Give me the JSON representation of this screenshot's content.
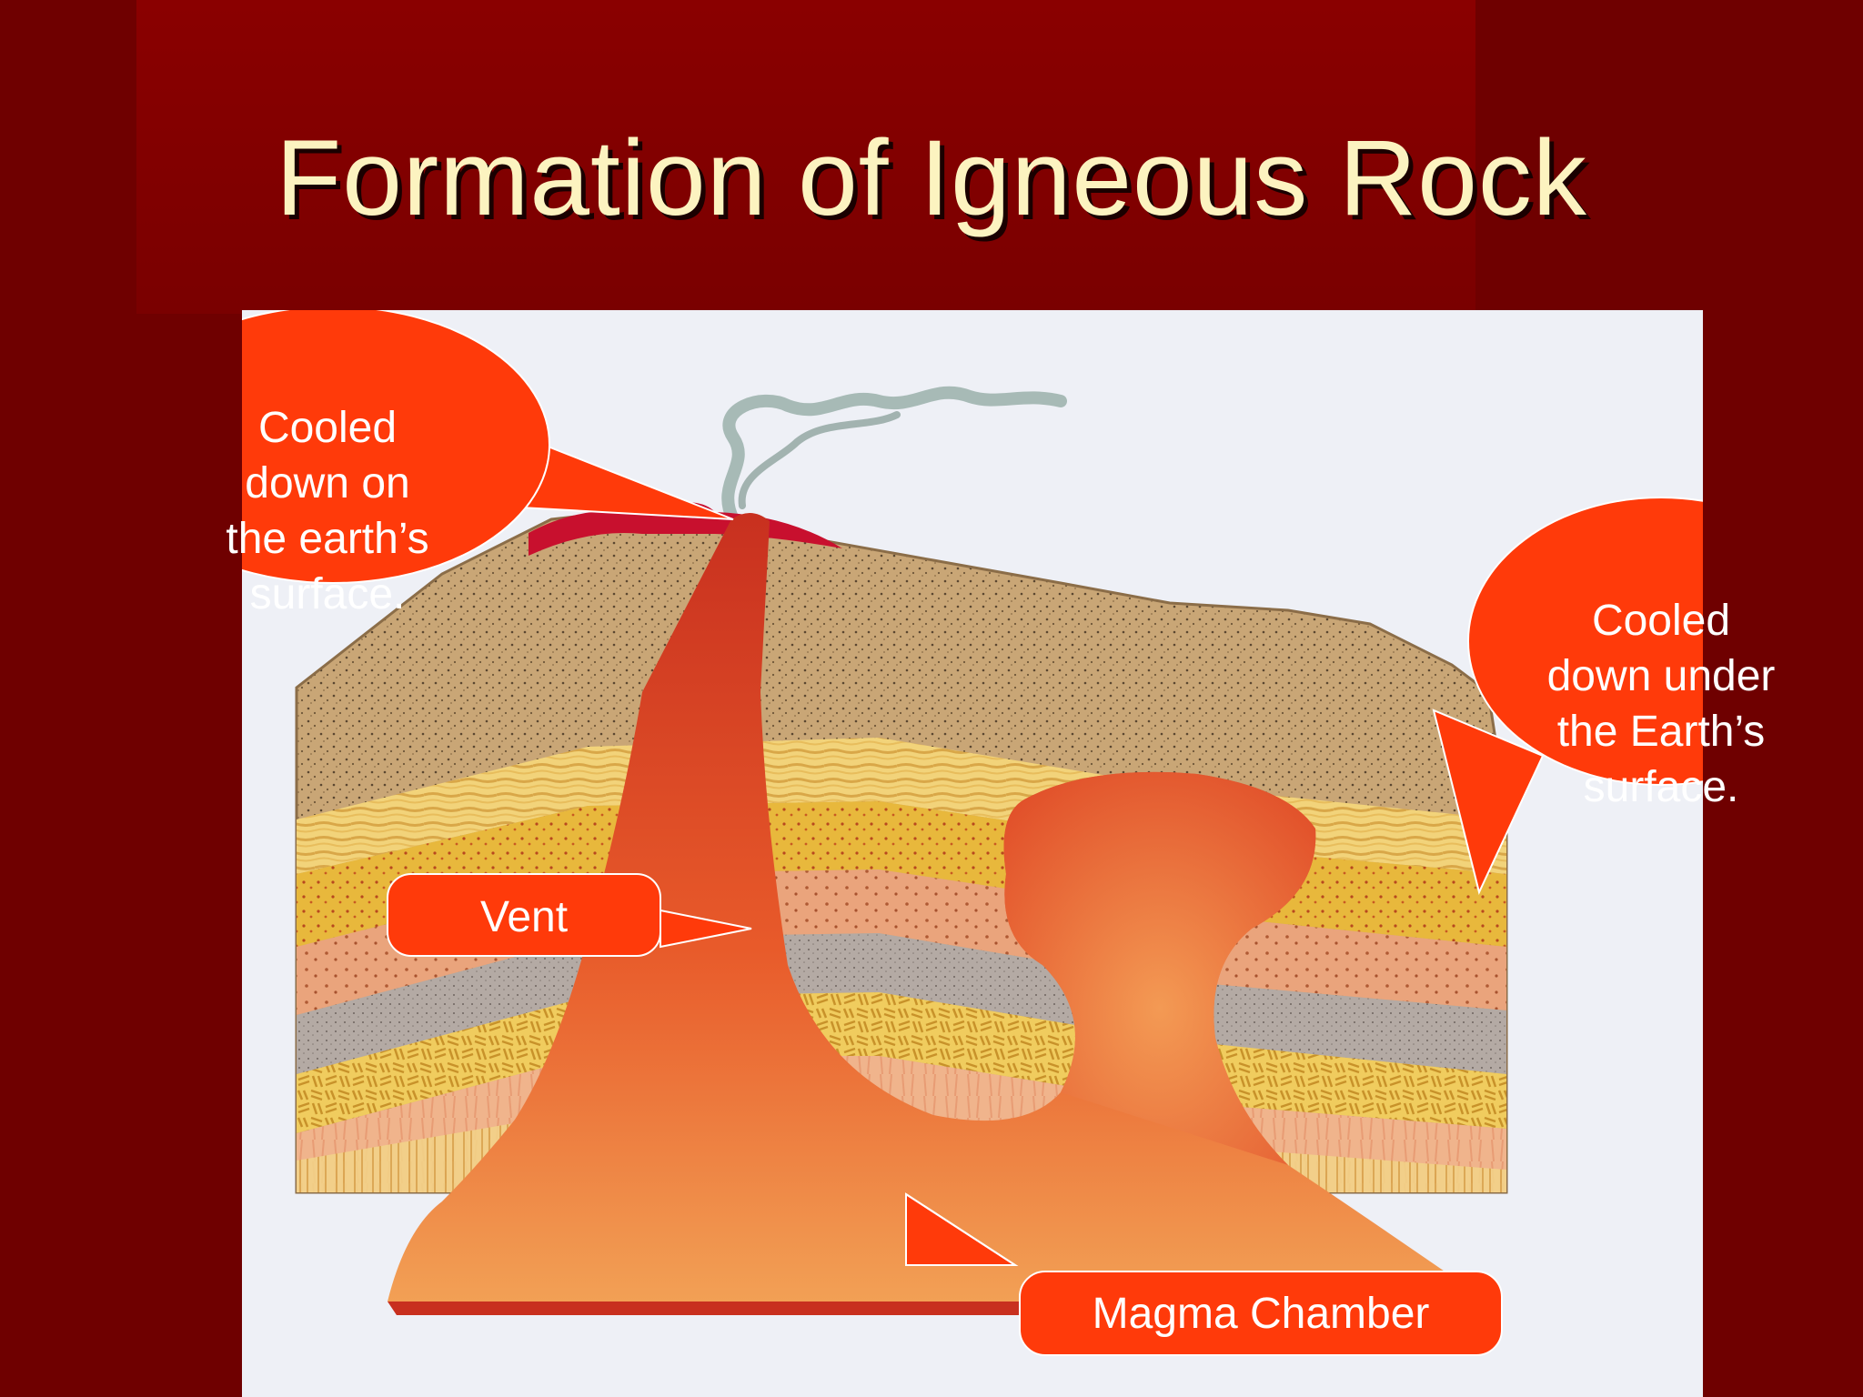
{
  "slide": {
    "title": "Formation of Igneous Rock"
  },
  "labels": {
    "surface_cooling": [
      "Cooled",
      "down on",
      "the earth’s",
      "surface."
    ],
    "subsurface_cooling": [
      "Cooled",
      "down under",
      "the Earth’s",
      "surface."
    ],
    "vent": "Vent",
    "magma_chamber": "Magma Chamber"
  },
  "colors": {
    "background": "#6f0000",
    "title": "#fcf3c0",
    "callout_fill": "#ff3a0a",
    "magma": "#e8582a",
    "diagram_background": "#eef0f6"
  }
}
